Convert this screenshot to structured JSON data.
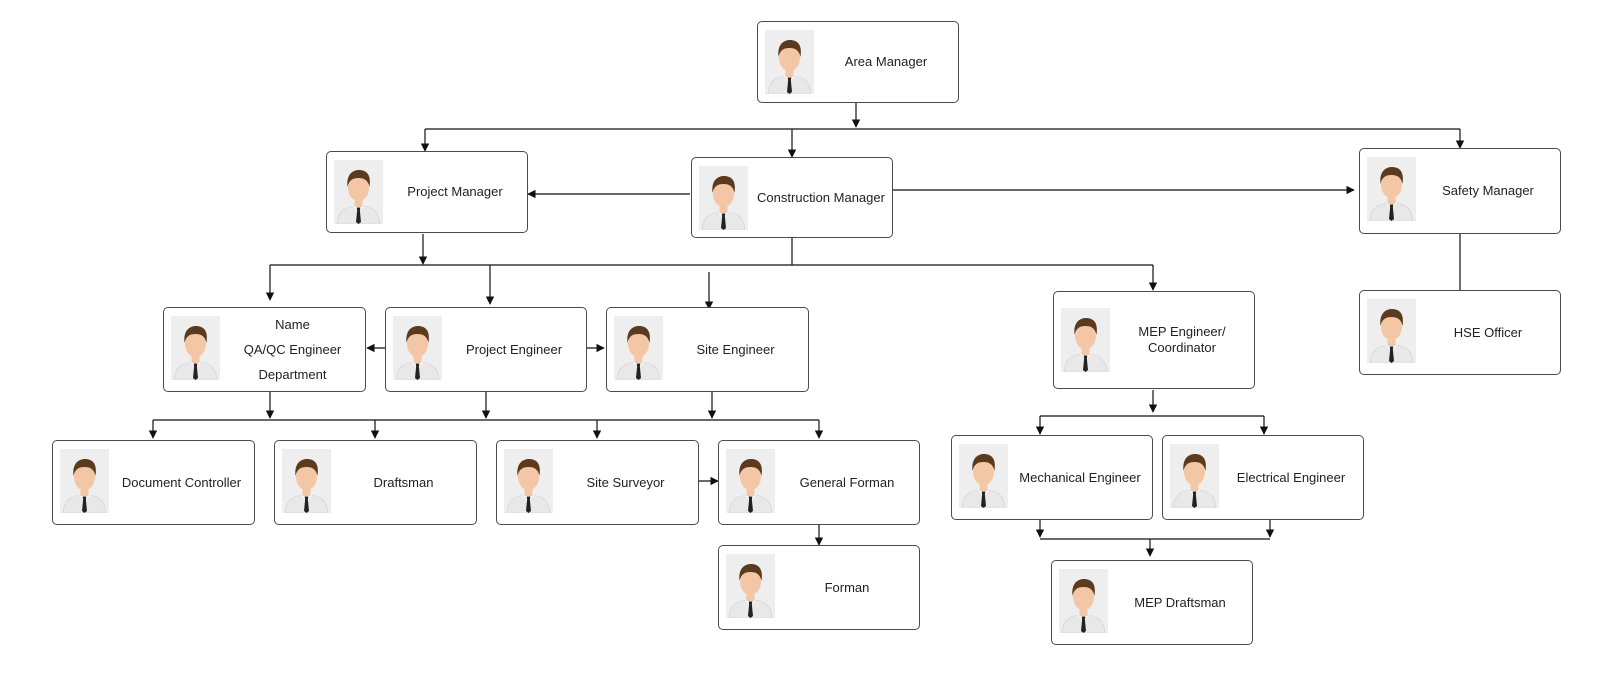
{
  "colors": {
    "line": "#111111",
    "border": "#4a4a4a",
    "skin": "#f3c7a6",
    "hair": "#5b3a1e",
    "shirt": "#e8e8e8",
    "tie": "#222222",
    "avatar_bg": "#eeeeee"
  },
  "nodes": {
    "area_manager": {
      "label": "Area Manager"
    },
    "project_manager": {
      "label": "Project Manager"
    },
    "construction_manager": {
      "label": "Construction Manager"
    },
    "safety_manager": {
      "label": "Safety Manager"
    },
    "qa_qc_engineer": {
      "line1": "Name",
      "line2": "QA/QC Engineer",
      "line3": "Department"
    },
    "project_engineer": {
      "label": "Project Engineer"
    },
    "site_engineer": {
      "label": "Site Engineer"
    },
    "mep_engineer": {
      "line1": "MEP Engineer/",
      "line2": "Coordinator"
    },
    "hse_officer": {
      "label": "HSE Officer"
    },
    "document_controller": {
      "label": "Document Controller"
    },
    "draftsman": {
      "label": "Draftsman"
    },
    "site_surveyor": {
      "label": "Site Surveyor"
    },
    "general_forman": {
      "label": "General Forman"
    },
    "mechanical_engineer": {
      "label": "Mechanical Engineer"
    },
    "electrical_engineer": {
      "label": "Electrical Engineer"
    },
    "forman": {
      "label": "Forman"
    },
    "mep_draftsman": {
      "label": "MEP Draftsman"
    }
  }
}
